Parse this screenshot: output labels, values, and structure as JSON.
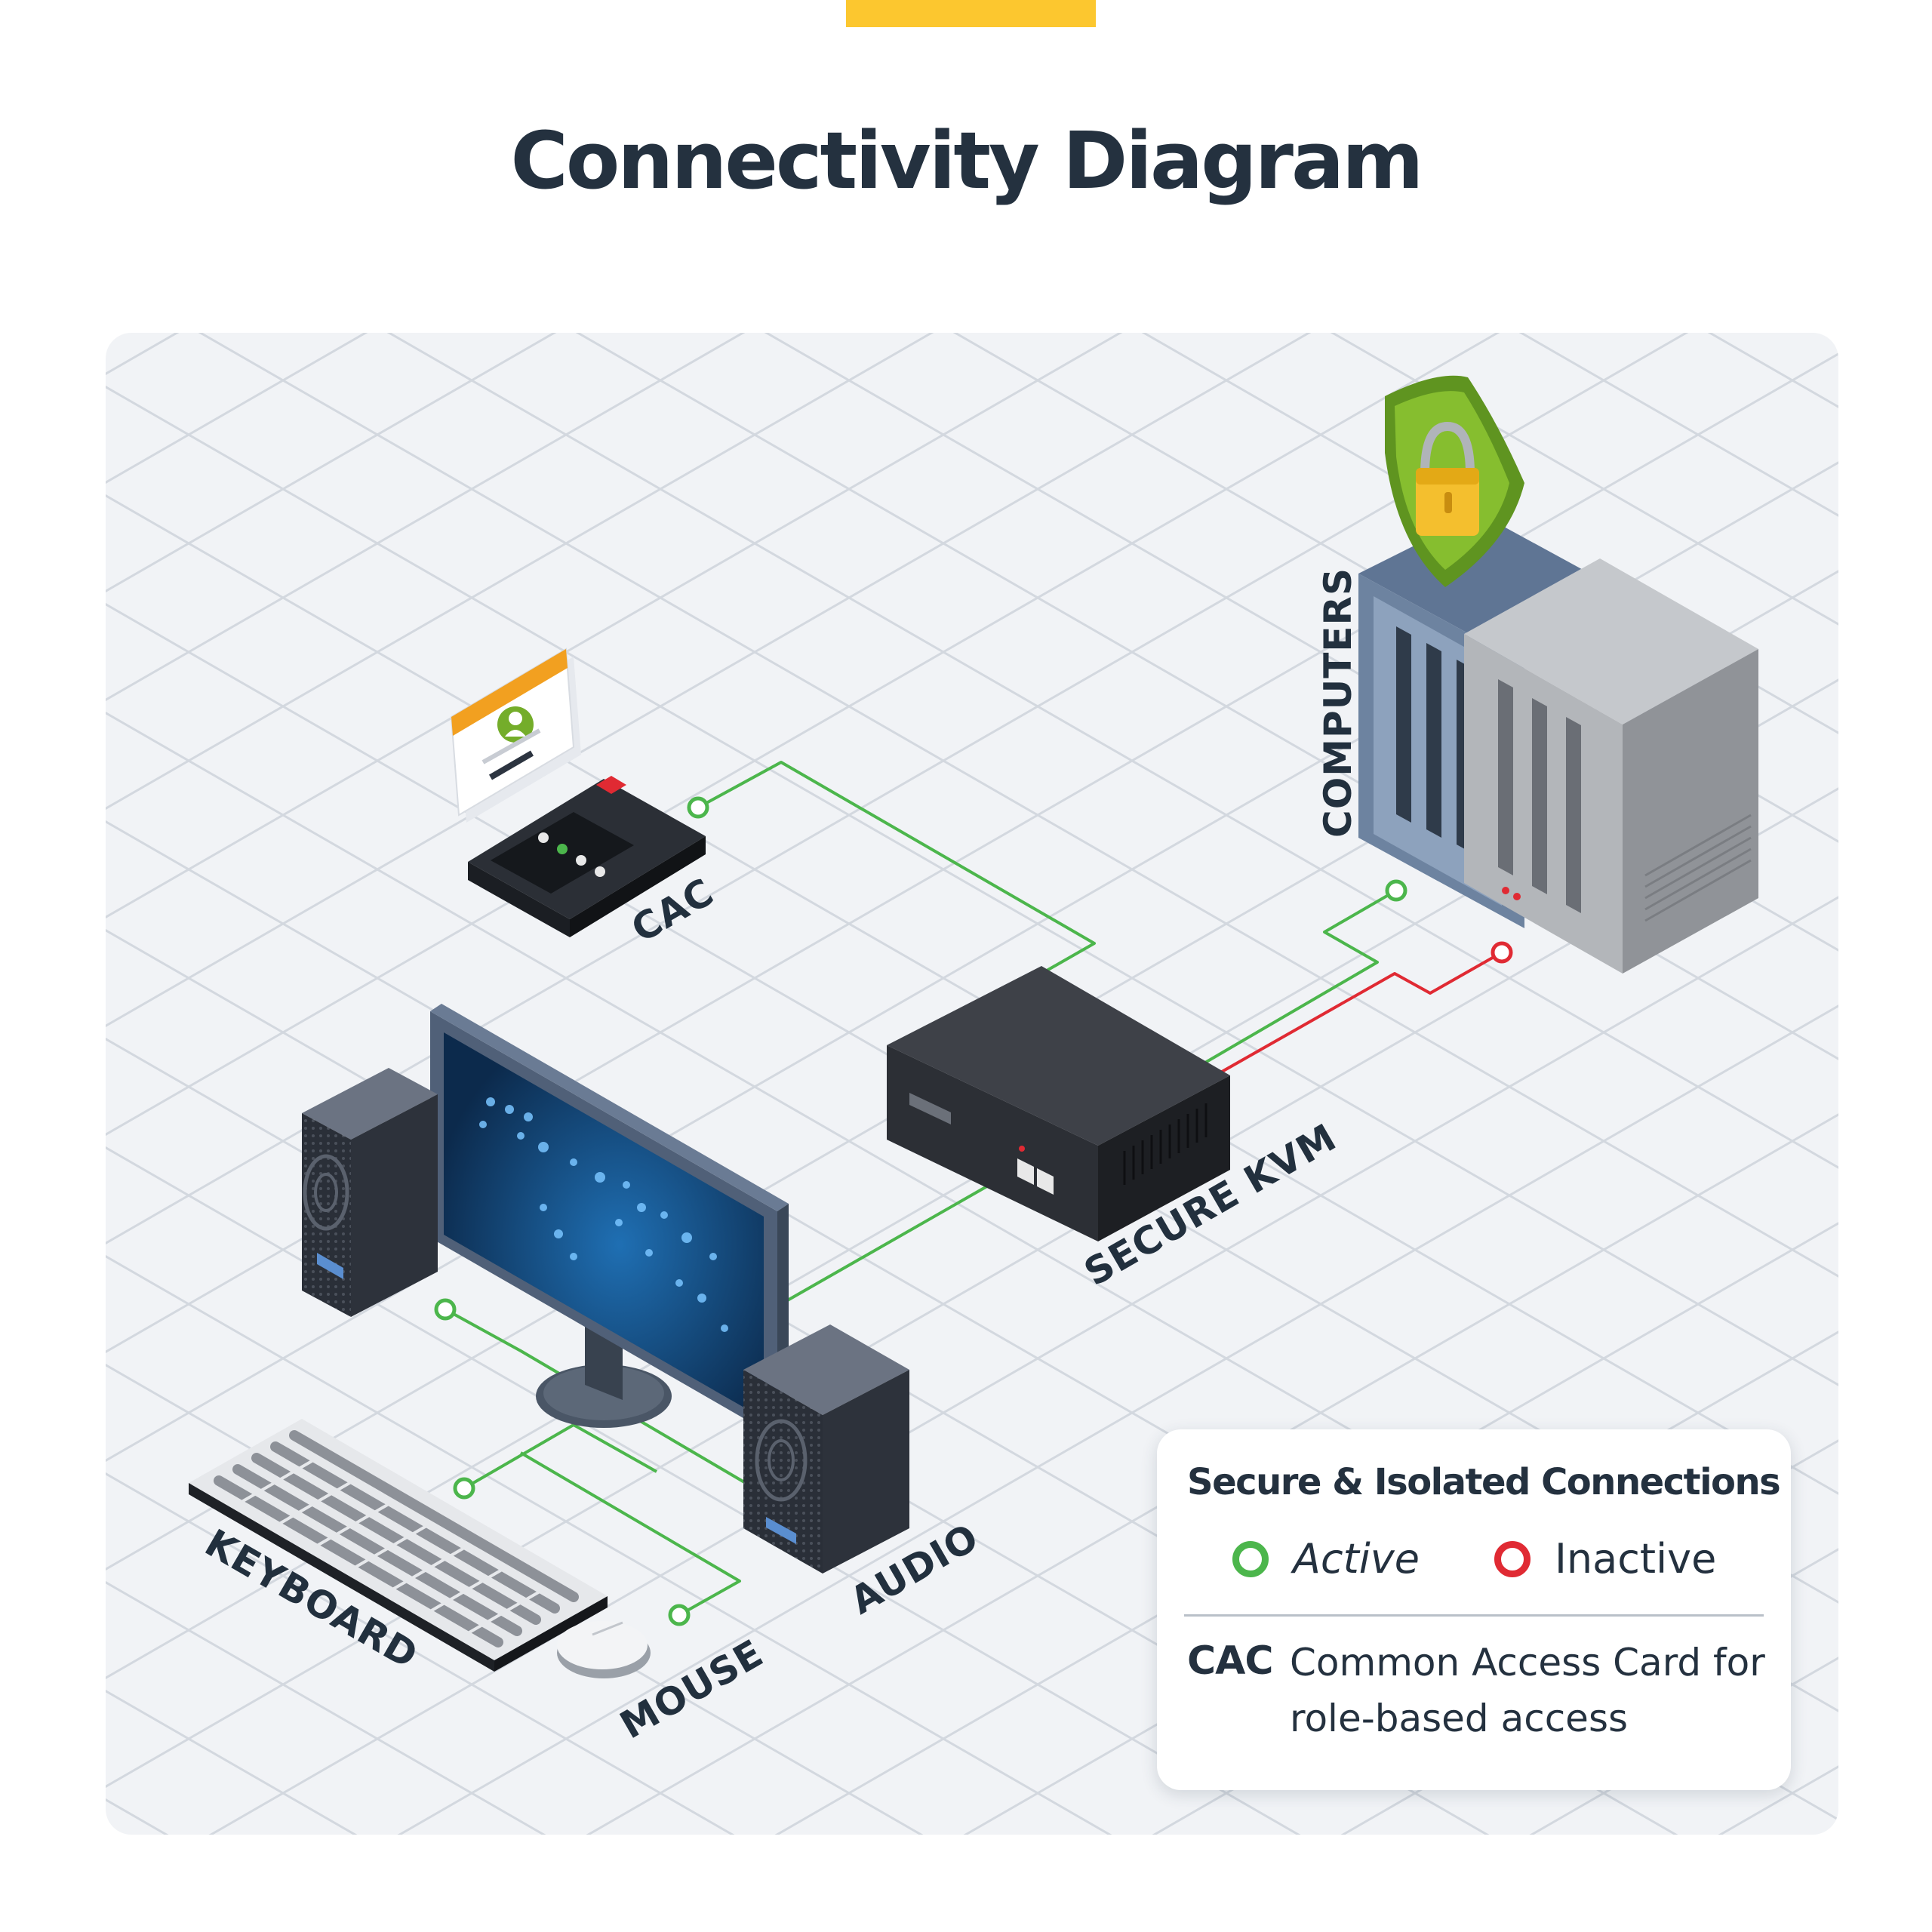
{
  "title": "Connectivity Diagram",
  "colors": {
    "accent_bar": "#fcc72f",
    "panel_bg": "#f1f3f6",
    "active_line": "#4cb64c",
    "inactive_line": "#e02a33",
    "text_dark": "#24313f",
    "shield_green": "#7cb32a",
    "lock_gold": "#f4bf2e"
  },
  "devices": {
    "cac": "CAC",
    "computers": "COMPUTERS",
    "secure_kvm": "SECURE KVM",
    "keyboard": "KEYBOARD",
    "mouse": "MOUSE",
    "audio": "AUDIO"
  },
  "icons": [
    "shield-lock-icon",
    "user-card-icon",
    "world-map-icon",
    "speaker-icon"
  ],
  "legend": {
    "title": "Secure & Isolated Connections",
    "active_label": "Active",
    "inactive_label": "Inactive",
    "abbreviation": "CAC",
    "abbreviation_definition": "Common Access Card for role-based access"
  }
}
